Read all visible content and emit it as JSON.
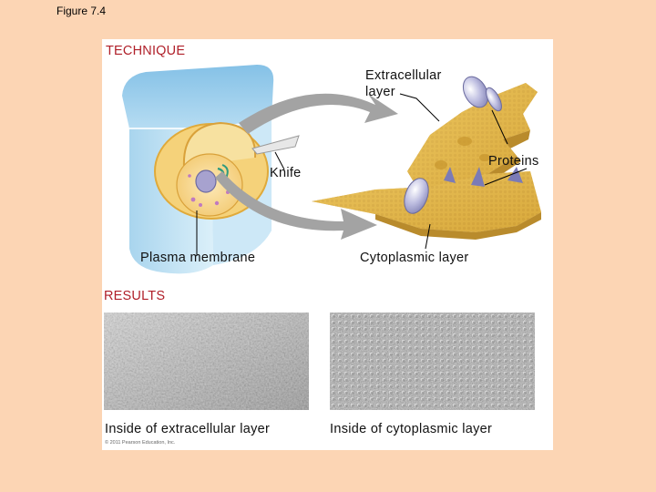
{
  "figure_label": "Figure 7.4",
  "technique_label": "TECHNIQUE",
  "results_label": "RESULTS",
  "labels": {
    "extracellular_layer": "Extracellular\nlayer",
    "proteins": "Proteins",
    "knife": "Knife",
    "plasma_membrane": "Plasma membrane",
    "cytoplasmic_layer": "Cytoplasmic layer"
  },
  "results": {
    "left_caption": "Inside of extracellular layer",
    "right_caption": "Inside of cytoplasmic layer"
  },
  "credit": "© 2011 Pearson Education, Inc.",
  "colors": {
    "background": "#fcd5b4",
    "section_label": "#b0202a",
    "membrane": "#e2b84a",
    "protein": "#9a9ac8",
    "block": "#bfe0f2",
    "arrow": "#a3a3a3"
  }
}
